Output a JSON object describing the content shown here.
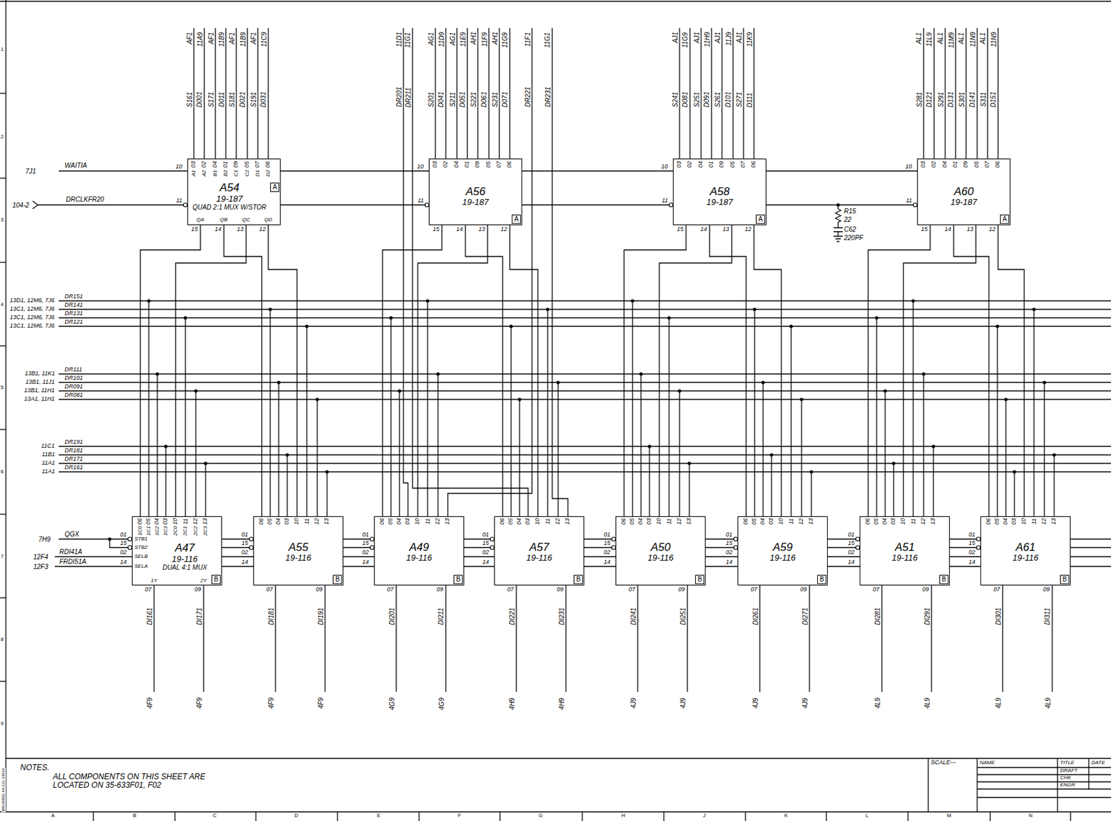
{
  "diagram": {
    "nodes": [
      {
        "text": [
          "A54",
          "19-187",
          "QUAD 2:1 MUX W/STOR"
        ]
      },
      {
        "text": [
          "A"
        ],
        "in": 0
      },
      {
        "text": [
          "A56",
          "19-187"
        ]
      },
      {
        "text": [
          "A"
        ],
        "in": 2
      },
      {
        "text": [
          "A58",
          "19-187"
        ]
      },
      {
        "text": [
          "A"
        ],
        "in": 4
      },
      {
        "text": [
          "A60",
          "19-187"
        ]
      },
      {
        "text": [
          "A"
        ],
        "in": 6
      },
      {
        "text": [
          "A47",
          "19-116",
          "DUAL 4:1 MUX"
        ]
      },
      {
        "text": [
          "B"
        ],
        "in": 8
      },
      {
        "text": [
          "A55",
          "19-116"
        ]
      },
      {
        "text": [
          "B"
        ],
        "in": 10
      },
      {
        "text": [
          "A49",
          "19-116"
        ]
      },
      {
        "text": [
          "B"
        ],
        "in": 12
      },
      {
        "text": [
          "A57",
          "19-116"
        ]
      },
      {
        "text": [
          "B"
        ],
        "in": 14
      },
      {
        "text": [
          "A50",
          "19-116"
        ]
      },
      {
        "text": [
          "B"
        ],
        "in": 16
      },
      {
        "text": [
          "A59",
          "19-116"
        ]
      },
      {
        "text": [
          "B"
        ],
        "in": 18
      },
      {
        "text": [
          "A51",
          "19-116"
        ]
      },
      {
        "text": [
          "B"
        ],
        "in": 20
      },
      {
        "text": [
          "A61",
          "19-116"
        ]
      },
      {
        "text": [
          "B"
        ],
        "in": 22
      }
    ],
    "edges": [
      {
        "from": 0,
        "to": 2,
        "arrow": "none"
      },
      {
        "from": 2,
        "to": 4,
        "arrow": "none"
      },
      {
        "from": 4,
        "to": 6,
        "arrow": "none"
      },
      {
        "from": 0,
        "to": 8,
        "arrow": "none"
      },
      {
        "from": 0,
        "to": 10,
        "arrow": "none"
      },
      {
        "from": 2,
        "to": 12,
        "arrow": "none"
      },
      {
        "from": 2,
        "to": 14,
        "arrow": "none"
      },
      {
        "from": 4,
        "to": 16,
        "arrow": "none"
      },
      {
        "from": 4,
        "to": 18,
        "arrow": "none"
      },
      {
        "from": 6,
        "to": 20,
        "arrow": "none"
      },
      {
        "from": 6,
        "to": 22,
        "arrow": "none"
      },
      {
        "from": 8,
        "to": 10,
        "arrow": "none"
      },
      {
        "from": 10,
        "to": 12,
        "arrow": "none"
      },
      {
        "from": 12,
        "to": 14,
        "arrow": "none"
      },
      {
        "from": 14,
        "to": 16,
        "arrow": "none"
      },
      {
        "from": 16,
        "to": 18,
        "arrow": "none"
      },
      {
        "from": 18,
        "to": 20,
        "arrow": "none"
      },
      {
        "from": 20,
        "to": 22,
        "arrow": "none"
      }
    ],
    "labels": [
      "7J1",
      "WAITIA",
      "104-2",
      "DRCLKFR20",
      "S161",
      "AF1",
      "D001",
      "11A9",
      "S171",
      "AF1",
      "D011",
      "11B9",
      "S181",
      "AF1",
      "D021",
      "11B9",
      "S191",
      "AF1",
      "D031",
      "11C9",
      "03",
      "02",
      "04",
      "01",
      "09",
      "05",
      "07",
      "06",
      "10",
      "11",
      "15",
      "14",
      "13",
      "12",
      "A1",
      "A2",
      "B1",
      "B2",
      "C1",
      "C2",
      "D1",
      "D2",
      "QA",
      "QB",
      "QC",
      "QD",
      "S201",
      "AG1",
      "D041",
      "11D9",
      "S211",
      "AG1",
      "D051",
      "11E9",
      "S221",
      "AH1",
      "D061",
      "11F9",
      "S231",
      "AH1",
      "D071",
      "11G9",
      "03",
      "02",
      "04",
      "01",
      "09",
      "05",
      "07",
      "06",
      "10",
      "11",
      "15",
      "14",
      "13",
      "12",
      "S241",
      "AJ1",
      "D081",
      "11G9",
      "S251",
      "AJ1",
      "D091",
      "11H9",
      "S261",
      "AJ1",
      "D101",
      "11J9",
      "S271",
      "AJ1",
      "D111",
      "11K9",
      "03",
      "02",
      "04",
      "01",
      "09",
      "05",
      "07",
      "06",
      "10",
      "11",
      "15",
      "14",
      "13",
      "12",
      "S281",
      "AL1",
      "D121",
      "11L9",
      "S291",
      "AL1",
      "D131",
      "11M9",
      "S301",
      "AL1",
      "D141",
      "11N9",
      "S311",
      "AL1",
      "D151",
      "11N9",
      "03",
      "02",
      "04",
      "01",
      "09",
      "05",
      "07",
      "06",
      "10",
      "11",
      "15",
      "14",
      "13",
      "12",
      "DR201",
      "11D1",
      "DR211",
      "11G1",
      "DR221",
      "11F1",
      "DR231",
      "11G1",
      "R15",
      "22",
      "C62",
      "220PF",
      "13D1, 12M6, 7J6",
      "DR151",
      "13C1, 12M6, 7J6",
      "DR141",
      "13C1, 12M6, 7J6",
      "DR131",
      "13C1, 12M6, 7J6",
      "DR121",
      "13B1, 11K1",
      "DR111",
      "13B1, 11J1",
      "DR101",
      "13B1, 11H1",
      "DR091",
      "13A1, 11H1",
      "DR081",
      "11C1",
      "DR191",
      "11B1",
      "DR181",
      "11A1",
      "DR171",
      "11A1",
      "DR161",
      "7H9",
      "QGX",
      "12F4",
      "RDI41A",
      "12F3",
      "FRDI51A",
      "06",
      "05",
      "04",
      "03",
      "10",
      "11",
      "12",
      "13",
      "01",
      "15",
      "02",
      "14",
      "07",
      "09",
      "DI161",
      "4F9",
      "DI171",
      "4F9",
      "STB1",
      "STB2",
      "SELB",
      "SELA",
      "1C0",
      "1C1",
      "1C2",
      "1C3",
      "2C0",
      "2C1",
      "2C2",
      "2C3",
      "1Y",
      "2Y",
      "06",
      "05",
      "04",
      "03",
      "10",
      "11",
      "12",
      "13",
      "01",
      "15",
      "02",
      "14",
      "07",
      "09",
      "DI181",
      "4F9",
      "DI191",
      "4F9",
      "06",
      "05",
      "04",
      "03",
      "10",
      "11",
      "12",
      "13",
      "01",
      "15",
      "02",
      "14",
      "07",
      "09",
      "DI201",
      "4G9",
      "DI211",
      "4G9",
      "06",
      "05",
      "04",
      "03",
      "10",
      "11",
      "12",
      "13",
      "01",
      "15",
      "02",
      "14",
      "07",
      "09",
      "DI221",
      "4H9",
      "DI231",
      "4H9",
      "06",
      "05",
      "04",
      "03",
      "10",
      "11",
      "12",
      "13",
      "01",
      "15",
      "02",
      "14",
      "07",
      "09",
      "DI241",
      "4J9",
      "DI251",
      "4J9",
      "06",
      "05",
      "04",
      "03",
      "10",
      "11",
      "12",
      "13",
      "01",
      "15",
      "02",
      "14",
      "07",
      "09",
      "DI261",
      "4J9",
      "DI271",
      "4J9",
      "06",
      "05",
      "04",
      "03",
      "10",
      "11",
      "12",
      "13",
      "01",
      "15",
      "02",
      "14",
      "07",
      "09",
      "DI281",
      "4L9",
      "DI291",
      "4L9",
      "06",
      "05",
      "04",
      "03",
      "10",
      "11",
      "12",
      "13",
      "01",
      "15",
      "02",
      "14",
      "07",
      "09",
      "DI301",
      "4L9",
      "DI311",
      "4L9",
      "NOTES.",
      "ALL COMPONENTS ON THIS SHEET ARE LOCATED ON 35-633F01, F02",
      "SCALE—",
      "NAME",
      "TITLE",
      "DATE",
      "DRAFT",
      "CHK",
      "ENGR",
      "A",
      "B",
      "C",
      "D",
      "E",
      "F",
      "G",
      "H",
      "J",
      "K",
      "L",
      "M",
      "N",
      "1",
      "2",
      "3",
      "4",
      "5",
      "6",
      "7",
      "8",
      "9",
      "BRUNING 44-231 24836"
    ]
  }
}
